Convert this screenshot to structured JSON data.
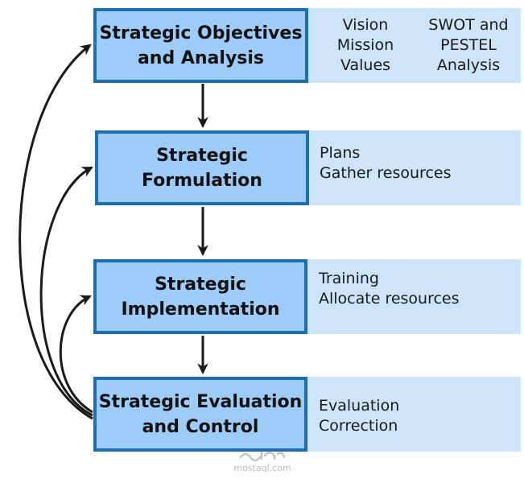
{
  "stages": [
    {
      "title": "Strategic Objectives\nand Analysis",
      "notes": [
        "Vision\nMission\nValues",
        "SWOT and\nPESTEL\nAnalysis"
      ]
    },
    {
      "title": "Strategic\nFormulation",
      "notes": [
        "Plans\nGather resources"
      ]
    },
    {
      "title": "Strategic\nImplementation",
      "notes": [
        "Training\nAllocate resources"
      ]
    },
    {
      "title": "Strategic Evaluation\nand Control",
      "notes": [
        "Evaluation\nCorrection"
      ]
    }
  ],
  "watermark": "mostaql.com",
  "colors": {
    "box_fill": "#9dccf8",
    "box_border": "#1c6fb3",
    "panel_fill": "#cde4fb",
    "arrow": "#1a1a1a"
  }
}
